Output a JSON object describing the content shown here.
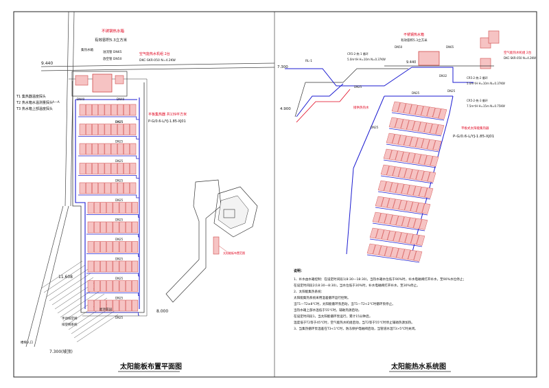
{
  "colors": {
    "pipe_blue": "#1a1ad0",
    "panel_fill": "#f6c3c3",
    "panel_stroke": "#d04848",
    "accent_red": "#e0001b",
    "line": "#222222"
  },
  "left_plan": {
    "title": "太阳能板布置平面图",
    "tank_label": "不锈钢热水箱",
    "tank_spec": "有效容积5.3立方米",
    "elev_top": "9.440",
    "legend": [
      "T1 集热器温度探头",
      "T2 热水箱水温测量探头",
      "T3 热水箱上部温度探头"
    ],
    "pipe_labels": [
      "溢流管 DN65",
      "放空管 DN50"
    ],
    "heat_pump": "空气能热水机组 2台",
    "heat_pump_model": "DKC-SKR-050 N=4.2KW",
    "aux_heater": "集热水箱",
    "collector_title": "平板集热器 共139平方米",
    "collector_model": "P-G/0.6-L/YJ-1.85-XJ01",
    "section_mark": "A—A",
    "dn_labels": [
      "DN40",
      "DN40",
      "DN25",
      "DN25",
      "DN25",
      "DN25",
      "DN25",
      "DN25",
      "DN25",
      "DN25",
      "DN25",
      "DN25",
      "DN25",
      "DN25"
    ],
    "elev_mid": "11.608",
    "elev_right": "8.000",
    "elev_bottom": "7.300(坡顶)",
    "notes_bottom": [
      "手动排空阀",
      "排空阀系统"
    ],
    "roof_note": "屋顶花园",
    "stair_note": "楼梯入口",
    "inset_note": "太阳能板布置范围"
  },
  "right_system": {
    "title": "太阳能热水系统图",
    "tank_label": "不锈钢热水箱",
    "tank_spec": "有效容积5.3立方米",
    "pump1": "CR5-2-热-1 循环",
    "pump1_spec": "5.0m³/H H=10m N=0.37KW",
    "pump2": "CR5-2-热-2 循环",
    "pump2_spec": "5.0m³/H H=10m N=0.37KW",
    "pump3": "CR5-2-热-3 循环",
    "pump3_spec": "7.5m³/H H=15m N=0.75KW",
    "heat_pump": "空气能热水机组 2台",
    "heat_pump_model": "DKC-SKR-050 N=4.2KW",
    "elev_a": "7.300",
    "elev_b": "9.440",
    "elev_c": "4.900",
    "pipe_tag": "RL-1",
    "dn_tags": [
      "DN50",
      "DN65",
      "DN32",
      "DN25",
      "DN25",
      "DN25",
      "DN25"
    ],
    "red_tag": "接供热热水",
    "collector_title": "平板式太阳能集热器",
    "collector_model": "P-G/0.6-L/YJ-1.85-XJ01",
    "notes_title": "说明：",
    "notes": [
      "1、补水由水箱控制：在设定时间段1(8:30—18:30)，当热水箱水位低于90%时，补水电磁阀打开补水，至90%水位停止；",
      "   在设定时间段2(18:30—8:30)，当水位低于30%时，补水电磁阀打开补水，至30%停止。",
      "2、太阳能集热系统：",
      "   太阳能集热系统采用温差循环运行控制。",
      "   当T1—T2≥8℃时，太阳能循环泵启动，当T1—T2<2℃时循环泵停止。",
      "   当热水箱上部水温低于55℃时，辅助热源启动，",
      "   在设定时间段1，当太阳能循环泵运行，累计15分钟后，",
      "   温度低于T2等于45℃时，空气能热水机组启动，当T2等于55℃时停止辅助热源加热。",
      "3、当集热循环泵温差在T3<1℃时，防冻保护电磁阀启动，当管道水温T3>5℃时关闭。"
    ]
  }
}
